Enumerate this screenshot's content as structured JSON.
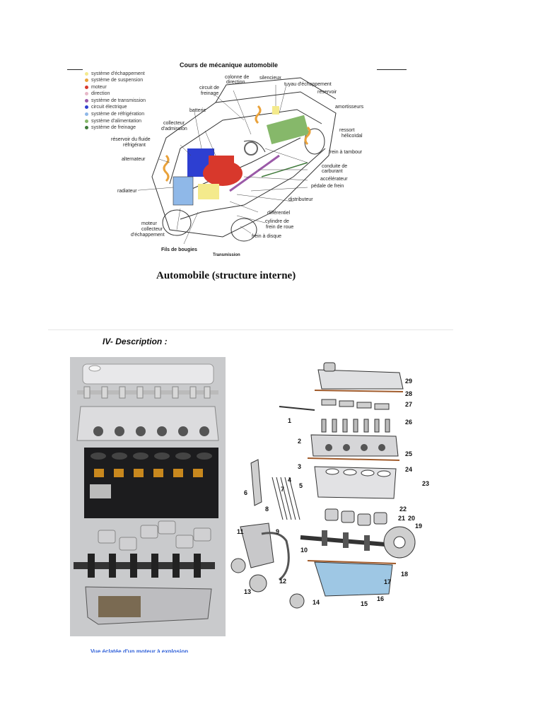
{
  "figure1": {
    "title": "Cours de mécanique automobile",
    "legend": [
      {
        "label": "système d'échappement",
        "color": "#f4ea8c"
      },
      {
        "label": "système de suspension",
        "color": "#e9a23b"
      },
      {
        "label": "moteur",
        "color": "#d8382c"
      },
      {
        "label": "direction",
        "color": "#e7b8c8"
      },
      {
        "label": "système de transmission",
        "color": "#9b5aa8"
      },
      {
        "label": "circuit électrique",
        "color": "#2d3fd1"
      },
      {
        "label": "système de réfrigération",
        "color": "#8fb8e8"
      },
      {
        "label": "système d'alimentation",
        "color": "#86b86a"
      },
      {
        "label": "système de freinage",
        "color": "#3f7a3a"
      }
    ],
    "callouts": {
      "colonne": "colonne de",
      "direction": "direction",
      "circuit": "circuit de",
      "freinage": "freinage",
      "silencieux": "silencieux",
      "tuyau": "tuyau d'échappement",
      "reservoir": "réservoir",
      "batterie": "batterie",
      "collecteur1": "collecteur",
      "admission": "d'admission",
      "amortisseurs": "amortisseurs",
      "ressort": "ressort",
      "helicoidal": "hélicoïdal",
      "reservoir_fluide": "réservoir du fluide",
      "refrigerant": "réfrigérant",
      "frein_tambour": "frein à tambour",
      "alternateur": "alternateur",
      "conduite": "conduite de",
      "carburant": "carburant",
      "accelerateur": "accélérateur",
      "pedale": "pédale de frein",
      "radiateur": "radiateur",
      "distributeur": "distributeur",
      "differentiel": "différentiel",
      "cylindre1": "cylindre de",
      "cylindre2": "frein de roue",
      "moteur": "moteur",
      "collecteur2": "collecteur",
      "echappement": "d'échappement",
      "frein_disque": "frein à disque",
      "fils": "Fils de bougies",
      "transmission": "Transmission"
    },
    "caption": "Automobile (structure interne)"
  },
  "section": {
    "heading": "IV- Description :"
  },
  "photo": {
    "caption": "Vue éclatée d'un moteur à explosion"
  },
  "exploded": {
    "numbers": [
      "29",
      "28",
      "27",
      "1",
      "26",
      "2",
      "25",
      "3",
      "24",
      "4",
      "5",
      "23",
      "6",
      "7",
      "8",
      "22",
      "21",
      "20",
      "19",
      "9",
      "11",
      "10",
      "12",
      "18",
      "17",
      "13",
      "14",
      "15",
      "16"
    ]
  }
}
